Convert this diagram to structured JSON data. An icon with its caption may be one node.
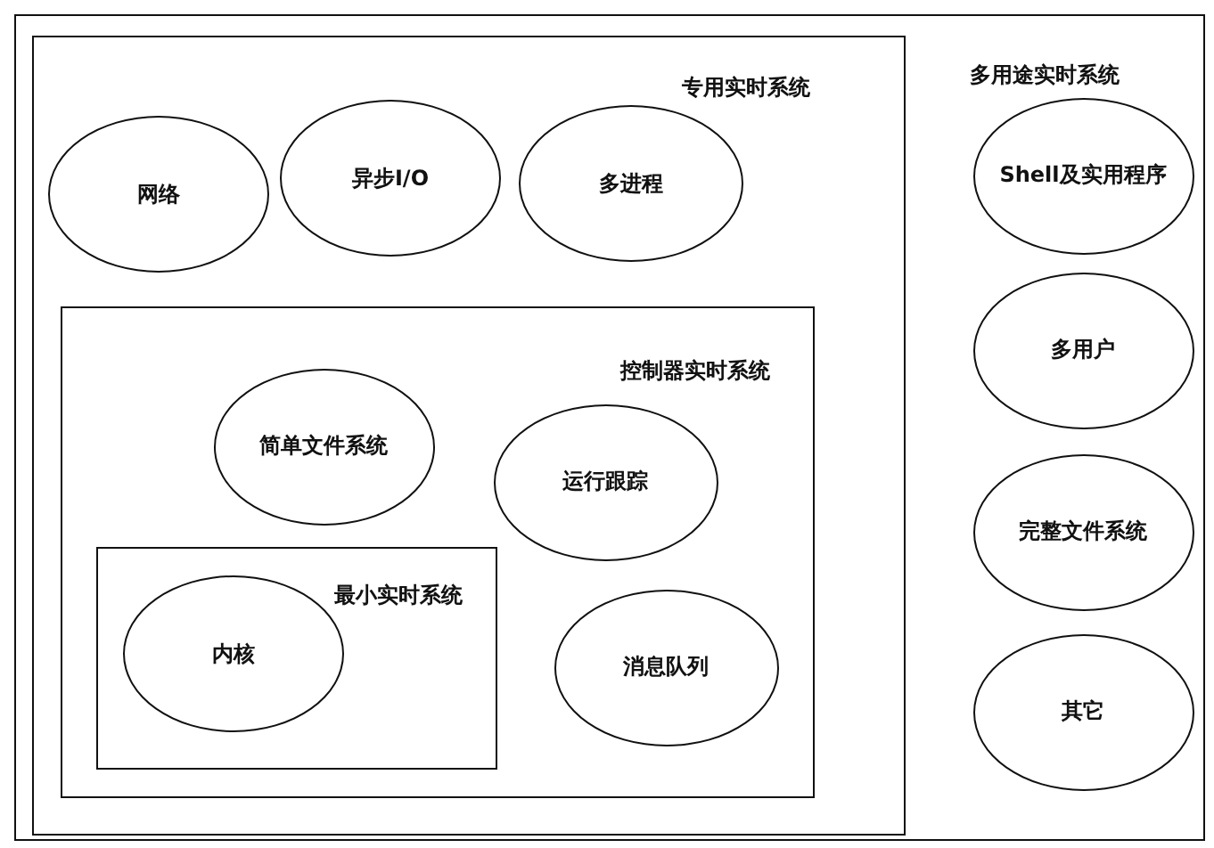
{
  "diagram": {
    "nodes": [
      {
        "text": [
          "多用途实时系统"
        ]
      },
      {
        "text": [
          "专用实时系统"
        ],
        "in": 0
      },
      {
        "text": [
          "网络"
        ],
        "in": 1
      },
      {
        "text": [
          "异步I/O"
        ],
        "in": 1
      },
      {
        "text": [
          "多进程"
        ],
        "in": 1
      },
      {
        "text": [
          "控制器实时系统"
        ],
        "in": 1
      },
      {
        "text": [
          "简单文件系统"
        ],
        "in": 5
      },
      {
        "text": [
          "运行跟踪"
        ],
        "in": 5
      },
      {
        "text": [
          "最小实时系统"
        ],
        "in": 5
      },
      {
        "text": [
          "内核"
        ],
        "in": 8
      },
      {
        "text": [
          "消息队列"
        ],
        "in": 5
      },
      {
        "text": [
          "Shell及实用程序"
        ],
        "in": 0
      },
      {
        "text": [
          "多用户"
        ],
        "in": 0
      },
      {
        "text": [
          "完整文件系统"
        ],
        "in": 0
      },
      {
        "text": [
          "其它"
        ],
        "in": 0
      }
    ]
  }
}
